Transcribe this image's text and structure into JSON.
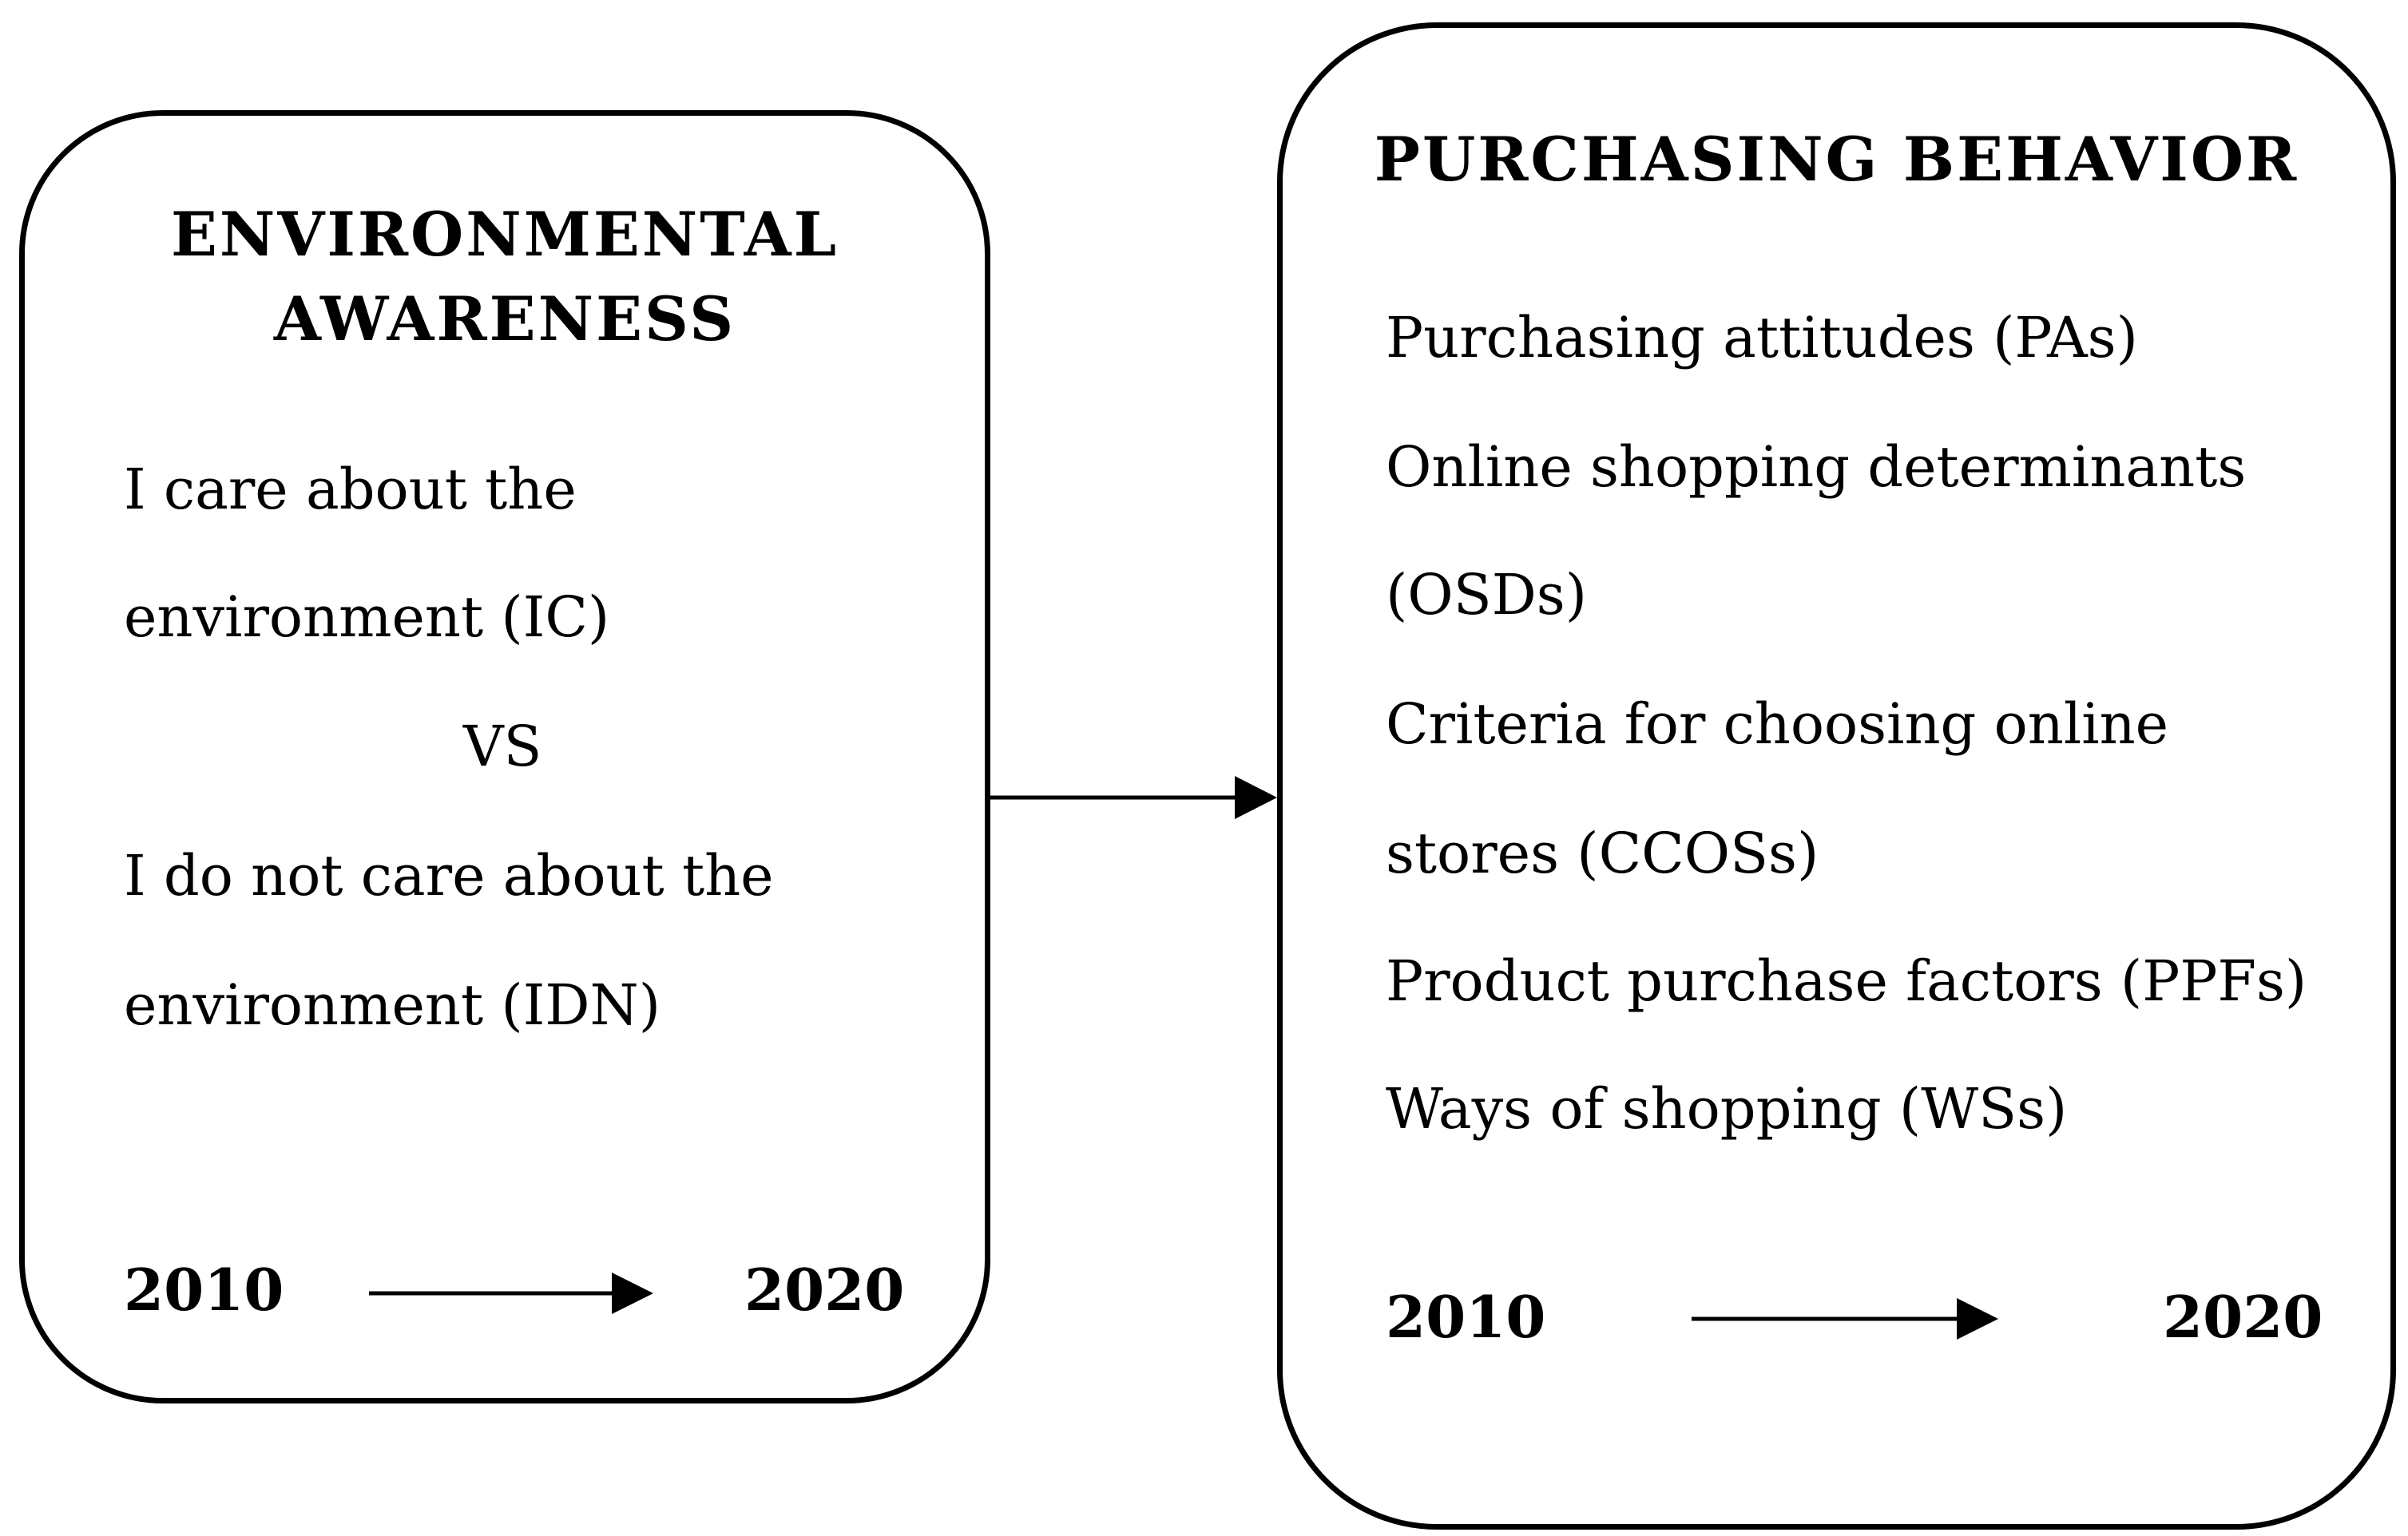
{
  "left_box": {
    "title_line1": "ENVIRONMENTAL",
    "title_line2": "AWARENESS",
    "lines": [
      "I care about the",
      "environment (IC)",
      "VS",
      "I do not care about the",
      "environment (IDN)"
    ],
    "year_start": "2010",
    "year_end": "2020"
  },
  "right_box": {
    "title": "PURCHASING BEHAVIOR",
    "lines": [
      "Purchasing attitudes (PAs)",
      "Online shopping determinants",
      "(OSDs)",
      "Criteria for choosing online",
      "stores (CCOSs)",
      "Product purchase factors (PPFs)",
      "Ways of shopping (WSs)"
    ],
    "year_start": "2010",
    "year_end": "2020"
  }
}
